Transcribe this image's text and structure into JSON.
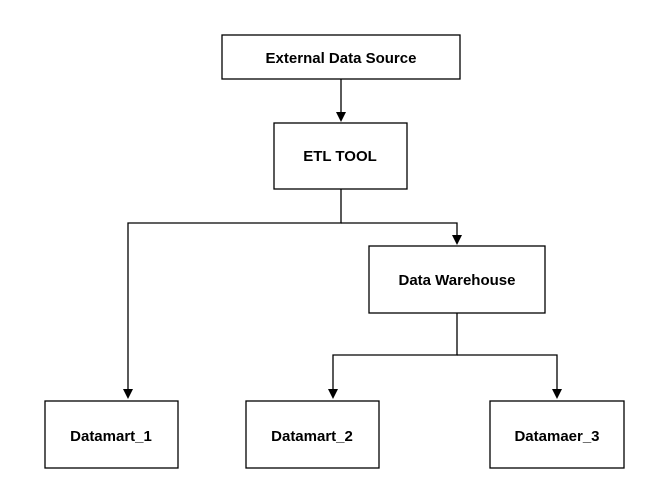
{
  "diagram": {
    "nodes": {
      "external_source": "External Data Source",
      "etl_tool": "ETL TOOL",
      "data_warehouse": "Data Warehouse",
      "datamart_1": "Datamart_1",
      "datamart_2": "Datamart_2",
      "datamart_3": "Datamaer_3"
    },
    "edges": [
      {
        "from": "external_source",
        "to": "etl_tool"
      },
      {
        "from": "etl_tool",
        "to": "datamart_1"
      },
      {
        "from": "etl_tool",
        "to": "data_warehouse"
      },
      {
        "from": "data_warehouse",
        "to": "datamart_2"
      },
      {
        "from": "data_warehouse",
        "to": "datamart_3"
      }
    ],
    "colors": {
      "stroke": "#000000",
      "fill": "#ffffff"
    }
  }
}
